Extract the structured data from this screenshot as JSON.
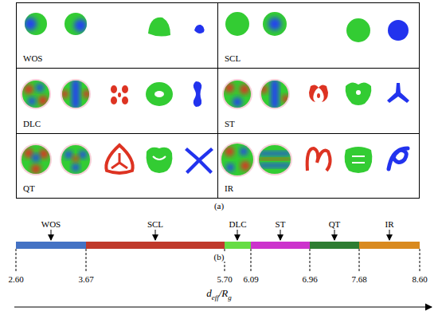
{
  "diagram": {
    "nodes": [
      {
        "text": [
          "WOS"
        ]
      },
      {
        "text": [
          "SCL"
        ]
      },
      {
        "text": [
          "DLC"
        ]
      },
      {
        "text": [
          "ST"
        ]
      },
      {
        "text": [
          "QT"
        ]
      },
      {
        "text": [
          "IR"
        ]
      },
      {
        "text": [
          "WOS"
        ]
      },
      {
        "text": [
          "SCL"
        ]
      },
      {
        "text": [
          "DLC"
        ]
      },
      {
        "text": [
          "ST"
        ]
      },
      {
        "text": [
          "QT"
        ]
      },
      {
        "text": [
          "IR"
        ]
      }
    ],
    "edges": [],
    "labels": [
      "(a)",
      "(b)",
      "2.60",
      "3.67",
      "5.70",
      "6.09",
      "6.96",
      "7.68",
      "8.60",
      "d",
      "eff",
      "/R",
      "g"
    ]
  }
}
